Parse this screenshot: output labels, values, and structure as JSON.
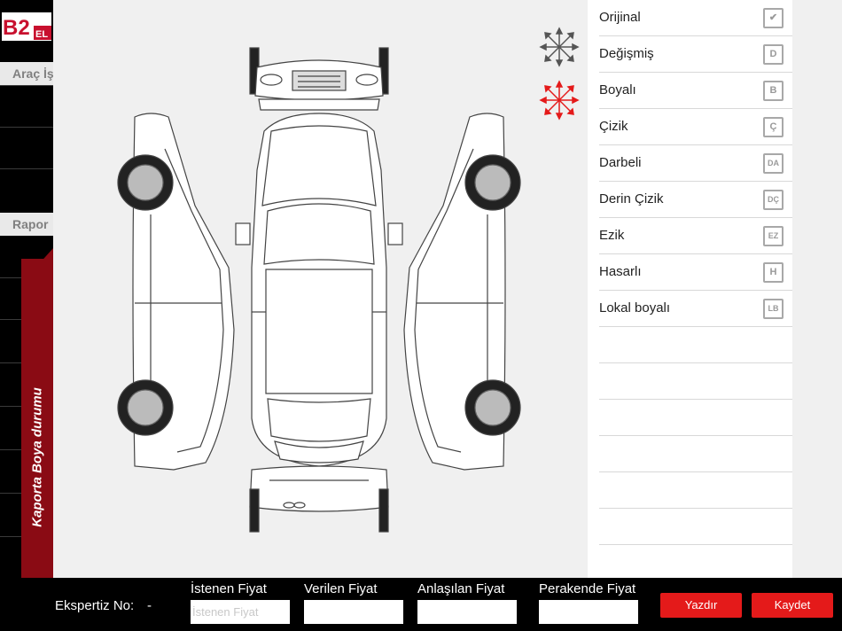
{
  "app": {
    "logo_text_main": "B2",
    "logo_text_sub": "EL"
  },
  "sidebar": {
    "headers": [
      "Araç İş",
      "Rapor"
    ],
    "active_tab_label": "Kaporta Boya durumu",
    "accent_color": "#8a0b14"
  },
  "toolbar": {
    "all_original_icon": "arrows-out-gray-icon",
    "all_painted_icon": "arrows-out-red-icon"
  },
  "legend": {
    "items": [
      {
        "label": "Orijinal",
        "badge": "✔",
        "icon": "check-icon"
      },
      {
        "label": "Değişmiş",
        "badge": "D",
        "icon": "d-badge-icon"
      },
      {
        "label": "Boyalı",
        "badge": "B",
        "icon": "b-badge-icon"
      },
      {
        "label": "Çizik",
        "badge": "Ç",
        "icon": "c-badge-icon"
      },
      {
        "label": "Darbeli",
        "badge": "DA",
        "icon": "da-badge-icon"
      },
      {
        "label": "Derin Çizik",
        "badge": "DÇ",
        "icon": "dc-badge-icon"
      },
      {
        "label": "Ezik",
        "badge": "EZ",
        "icon": "ez-badge-icon"
      },
      {
        "label": "Hasarlı",
        "badge": "H",
        "icon": "h-badge-icon"
      },
      {
        "label": "Lokal boyalı",
        "badge": "LB",
        "icon": "lb-badge-icon"
      }
    ]
  },
  "bottom": {
    "expertise_label": "Ekspertiz No:",
    "expertise_value": "-",
    "prices": [
      {
        "label": "İstenen Fiyat",
        "placeholder": "İstenen Fiyat",
        "value": ""
      },
      {
        "label": "Verilen Fiyat",
        "placeholder": "",
        "value": ""
      },
      {
        "label": "Anlaşılan Fiyat",
        "placeholder": "",
        "value": ""
      },
      {
        "label": "Perakende Fiyat",
        "placeholder": "",
        "value": ""
      }
    ],
    "print_label": "Yazdır",
    "save_label": "Kaydet",
    "button_color": "#e41a1a"
  }
}
